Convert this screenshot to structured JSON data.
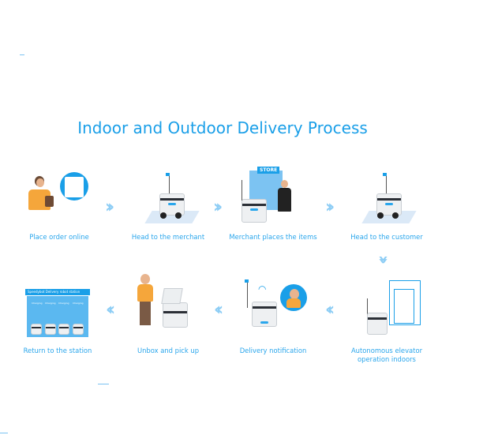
{
  "title": "Indoor and Outdoor Delivery Process",
  "steps_row1": [
    {
      "label": "Place order online"
    },
    {
      "label": "Head to the merchant"
    },
    {
      "label": "Merchant places the items"
    },
    {
      "label": "Head to the customer"
    }
  ],
  "steps_row2": [
    {
      "label": "Return to the station"
    },
    {
      "label": "Unbox and pick up"
    },
    {
      "label": "Delivery notification"
    },
    {
      "label": "Autonomous elevator operation indoors"
    }
  ],
  "illustration_text": {
    "store_sign": "STORE",
    "station_sign": "Speedybot Delivery robot station",
    "charging": [
      "Charging",
      "Charging",
      "Charging",
      "Charging"
    ]
  },
  "colors": {
    "accent": "#1a9fe8",
    "arrow": "#8dcdf5"
  }
}
